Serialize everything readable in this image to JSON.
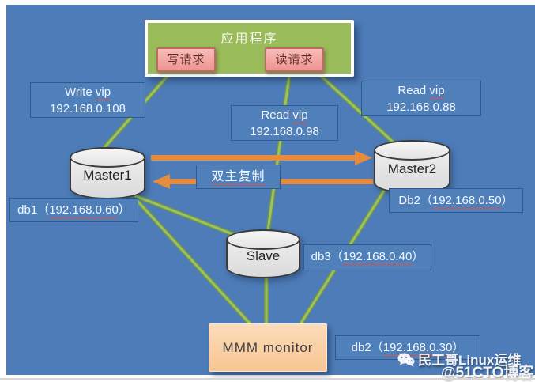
{
  "app": {
    "title": "应用程序",
    "write_request": "写请求",
    "read_request": "读请求"
  },
  "vips": {
    "write": {
      "word": "Write ",
      "vip": "vip",
      "ip": "192.168.0.108"
    },
    "read_center": {
      "word": "Read ",
      "vip": "vip",
      "ip": "192.168.0.98"
    },
    "read_right": {
      "word": "Read ",
      "vip": "vip",
      "ip": "192.168.0.88"
    }
  },
  "nodes": {
    "master1": "Master1",
    "master2": "Master2",
    "slave": "Slave",
    "monitor": "MMM monitor"
  },
  "replication": {
    "label": "双主复制"
  },
  "dbs": {
    "db1": {
      "prefix": "db1（",
      "ip": "192.168.0.60",
      "suffix": "）"
    },
    "db2_master": {
      "prefix": "Db2（",
      "ip": "192.168.0.50",
      "suffix": "）"
    },
    "db3": {
      "prefix": "db3（",
      "ip": "192.168.0.40",
      "suffix": "）"
    },
    "db2_monitor": {
      "prefix": "db2（",
      "ip": "192.168.0.30",
      "suffix": "）"
    }
  },
  "watermark": {
    "author": "民工哥Linux运维",
    "site": "@51CTO博客"
  },
  "colors": {
    "background": "#4d7cb8",
    "app_box_green": "#9abb59",
    "request_box_pink": "#f2a09c",
    "label_border_blue": "#2e5a8f",
    "arrow_orange": "#e78c3c",
    "connector_green": "#8cb450",
    "monitor_peach": "#f8c693",
    "cylinder_gray": "#e8e8e8"
  }
}
